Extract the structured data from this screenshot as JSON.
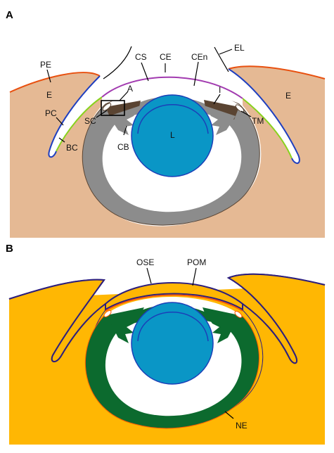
{
  "colors": {
    "tissue_a": "#e5b994",
    "tissue_b": "#ffb703",
    "eyelid_outline_a": "#e8500f",
    "conjunctiva_blue": "#1f3fbf",
    "conjunctiva_green": "#88d21d",
    "cornea_purple": "#a23bb0",
    "lens_fill": "#0a96c6",
    "lens_outline": "#1b3fb8",
    "retina_gray": "#8c8c8c",
    "ciliary_dark": "#5a4432",
    "neural_green": "#0c6a2e",
    "pom_orange": "#ff5a00",
    "outline_navy": "#2d1f7d"
  },
  "panel_a": {
    "panel_label": "A",
    "labels": {
      "pe": "PE",
      "e_left": "E",
      "pc": "PC",
      "bc": "BC",
      "sc": "SC",
      "a": "A",
      "cb": "CB",
      "cs": "CS",
      "ce": "CE",
      "cen": "CEn",
      "el": "EL",
      "i": "I",
      "tm": "TM",
      "e_right": "E",
      "l": "L"
    }
  },
  "panel_b": {
    "panel_label": "B",
    "labels": {
      "ose": "OSE",
      "pom": "POM",
      "ne": "NE"
    }
  }
}
